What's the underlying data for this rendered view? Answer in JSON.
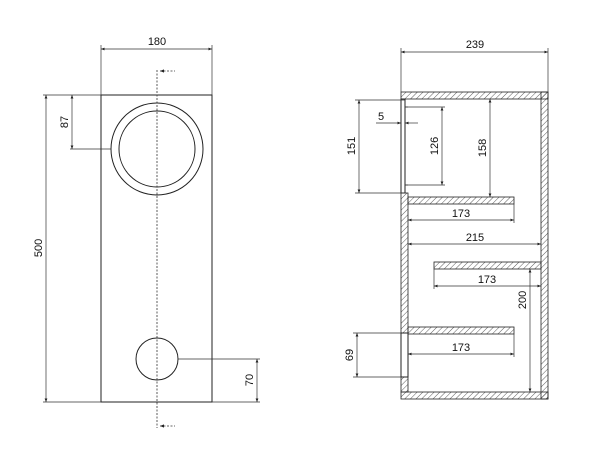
{
  "front_view": {
    "width_dim": "180",
    "height_dim": "500",
    "driver_offset_dim": "87",
    "port_offset_dim": "70"
  },
  "section_view": {
    "depth_dim": "239",
    "baffle_height_dim": "151",
    "baffle_thickness_dim": "5",
    "driver_depth_dim": "126",
    "top_chamber_dim": "158",
    "shelf1_length_dim": "173",
    "inner_width_dim": "215",
    "shelf2_length_dim": "173",
    "lower_height_dim": "200",
    "shelf3_length_dim": "173",
    "port_height_dim": "69"
  }
}
